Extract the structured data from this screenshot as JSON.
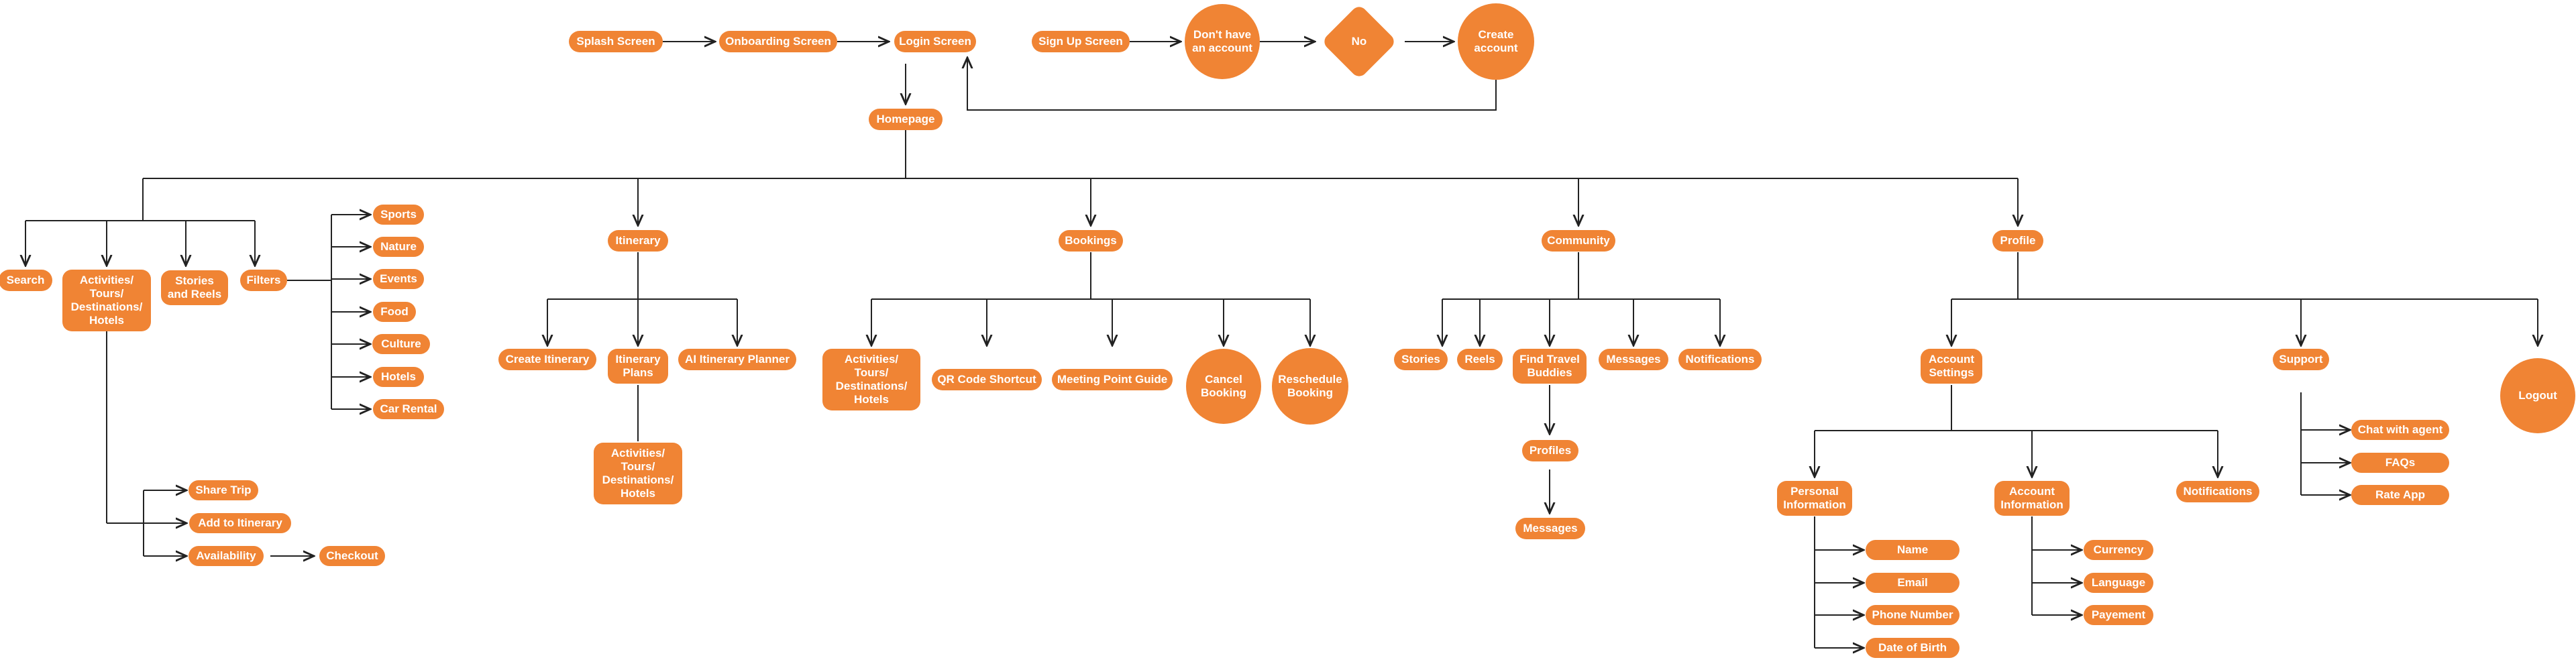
{
  "colors": {
    "node": "#F08434",
    "text": "#ffffff",
    "edge": "#222222"
  },
  "nodes": [
    {
      "id": "splash",
      "label": "Splash Screen"
    },
    {
      "id": "onboarding",
      "label": "Onboarding Screen"
    },
    {
      "id": "login",
      "label": "Login Screen"
    },
    {
      "id": "signup",
      "label": "Sign Up Screen"
    },
    {
      "id": "no_account",
      "label": "Don't have\nan account"
    },
    {
      "id": "no",
      "label": "No"
    },
    {
      "id": "create_account",
      "label": "Create\naccount"
    },
    {
      "id": "homepage",
      "label": "Homepage"
    },
    {
      "id": "search",
      "label": "Search"
    },
    {
      "id": "activities",
      "label": "Activities/\nTours/\nDestinations/\nHotels"
    },
    {
      "id": "stories_reels",
      "label": "Stories\nand Reels"
    },
    {
      "id": "filters",
      "label": "Filters"
    },
    {
      "id": "sports",
      "label": "Sports"
    },
    {
      "id": "nature",
      "label": "Nature"
    },
    {
      "id": "events",
      "label": "Events"
    },
    {
      "id": "food",
      "label": "Food"
    },
    {
      "id": "culture",
      "label": "Culture"
    },
    {
      "id": "hotels",
      "label": "Hotels"
    },
    {
      "id": "car_rental",
      "label": "Car Rental"
    },
    {
      "id": "share_trip",
      "label": "Share Trip"
    },
    {
      "id": "add_itinerary",
      "label": "Add to  Itinerary"
    },
    {
      "id": "availability",
      "label": "Availability"
    },
    {
      "id": "checkout",
      "label": "Checkout"
    },
    {
      "id": "itinerary",
      "label": "Itinerary"
    },
    {
      "id": "create_itinerary",
      "label": "Create Itinerary"
    },
    {
      "id": "itinerary_plans",
      "label": "Itinerary\nPlans"
    },
    {
      "id": "ai_planner",
      "label": "AI Itinerary Planner"
    },
    {
      "id": "it_activities",
      "label": "Activities/\nTours/\nDestinations/\nHotels"
    },
    {
      "id": "bookings",
      "label": "Bookings"
    },
    {
      "id": "bk_activities",
      "label": "Activities/\nTours/\nDestinations/\nHotels"
    },
    {
      "id": "qr_code",
      "label": "QR Code Shortcut"
    },
    {
      "id": "meeting_point",
      "label": "Meeting Point Guide"
    },
    {
      "id": "cancel_booking",
      "label": "Cancel\nBooking"
    },
    {
      "id": "reschedule_booking",
      "label": "Reschedule\nBooking"
    },
    {
      "id": "community",
      "label": "Community"
    },
    {
      "id": "stories",
      "label": "Stories"
    },
    {
      "id": "reels",
      "label": "Reels"
    },
    {
      "id": "find_buddies",
      "label": "Find Travel\nBuddies"
    },
    {
      "id": "cm_messages",
      "label": "Messages"
    },
    {
      "id": "cm_notifications",
      "label": "Notifications"
    },
    {
      "id": "profiles",
      "label": "Profiles"
    },
    {
      "id": "profiles_messages",
      "label": "Messages"
    },
    {
      "id": "profile",
      "label": "Profile"
    },
    {
      "id": "account_settings",
      "label": "Account\nSettings"
    },
    {
      "id": "support",
      "label": "Support"
    },
    {
      "id": "logout",
      "label": "Logout"
    },
    {
      "id": "personal_info",
      "label": "Personal\nInformation"
    },
    {
      "id": "account_info",
      "label": "Account\nInformation"
    },
    {
      "id": "as_notifications",
      "label": "Notifications"
    },
    {
      "id": "name",
      "label": "Name"
    },
    {
      "id": "email",
      "label": "Email"
    },
    {
      "id": "phone",
      "label": "Phone Number"
    },
    {
      "id": "dob",
      "label": "Date of Birth"
    },
    {
      "id": "currency",
      "label": "Currency"
    },
    {
      "id": "language",
      "label": "Language"
    },
    {
      "id": "payement",
      "label": "Payement"
    },
    {
      "id": "chat_agent",
      "label": "Chat with agent"
    },
    {
      "id": "faqs",
      "label": "FAQs"
    },
    {
      "id": "rate_app",
      "label": "Rate App"
    }
  ],
  "edges": [
    [
      "splash",
      "onboarding"
    ],
    [
      "onboarding",
      "login"
    ],
    [
      "signup",
      "no_account"
    ],
    [
      "no_account",
      "no"
    ],
    [
      "no",
      "create_account"
    ],
    [
      "create_account",
      "login"
    ],
    [
      "login",
      "homepage"
    ],
    [
      "homepage",
      "search"
    ],
    [
      "homepage",
      "activities"
    ],
    [
      "homepage",
      "stories_reels"
    ],
    [
      "homepage",
      "filters"
    ],
    [
      "homepage",
      "itinerary"
    ],
    [
      "homepage",
      "bookings"
    ],
    [
      "homepage",
      "community"
    ],
    [
      "homepage",
      "profile"
    ],
    [
      "filters",
      "sports"
    ],
    [
      "filters",
      "nature"
    ],
    [
      "filters",
      "events"
    ],
    [
      "filters",
      "food"
    ],
    [
      "filters",
      "culture"
    ],
    [
      "filters",
      "hotels"
    ],
    [
      "filters",
      "car_rental"
    ],
    [
      "activities",
      "share_trip"
    ],
    [
      "activities",
      "add_itinerary"
    ],
    [
      "activities",
      "availability"
    ],
    [
      "availability",
      "checkout"
    ],
    [
      "itinerary",
      "create_itinerary"
    ],
    [
      "itinerary",
      "itinerary_plans"
    ],
    [
      "itinerary",
      "ai_planner"
    ],
    [
      "itinerary_plans",
      "it_activities"
    ],
    [
      "bookings",
      "bk_activities"
    ],
    [
      "bookings",
      "qr_code"
    ],
    [
      "bookings",
      "meeting_point"
    ],
    [
      "bookings",
      "cancel_booking"
    ],
    [
      "bookings",
      "reschedule_booking"
    ],
    [
      "community",
      "stories"
    ],
    [
      "community",
      "reels"
    ],
    [
      "community",
      "find_buddies"
    ],
    [
      "community",
      "cm_messages"
    ],
    [
      "community",
      "cm_notifications"
    ],
    [
      "find_buddies",
      "profiles"
    ],
    [
      "profiles",
      "profiles_messages"
    ],
    [
      "profile",
      "account_settings"
    ],
    [
      "profile",
      "support"
    ],
    [
      "profile",
      "logout"
    ],
    [
      "account_settings",
      "personal_info"
    ],
    [
      "account_settings",
      "account_info"
    ],
    [
      "account_settings",
      "as_notifications"
    ],
    [
      "personal_info",
      "name"
    ],
    [
      "personal_info",
      "email"
    ],
    [
      "personal_info",
      "phone"
    ],
    [
      "personal_info",
      "dob"
    ],
    [
      "account_info",
      "currency"
    ],
    [
      "account_info",
      "language"
    ],
    [
      "account_info",
      "payement"
    ],
    [
      "support",
      "chat_agent"
    ],
    [
      "support",
      "faqs"
    ],
    [
      "support",
      "rate_app"
    ]
  ]
}
